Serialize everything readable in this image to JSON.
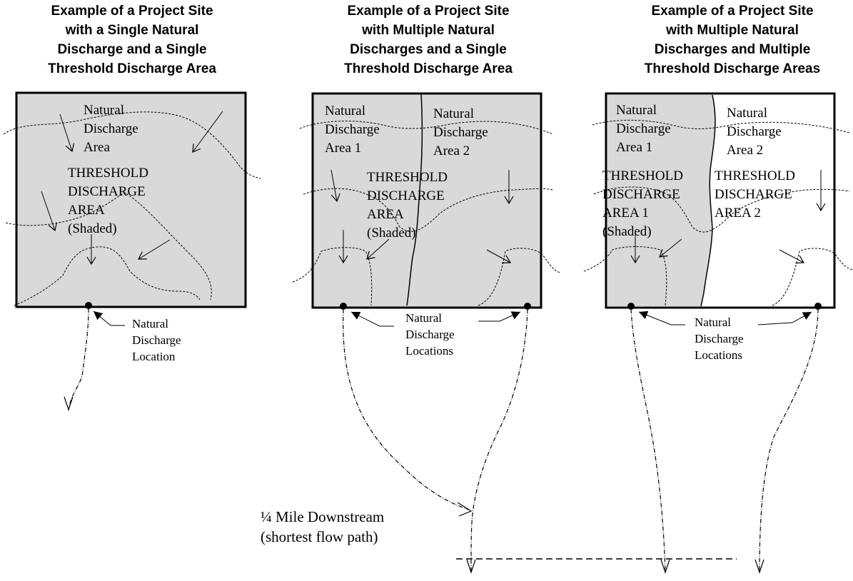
{
  "colors": {
    "shaded": "#d9d9d9",
    "line": "#000000",
    "background": "#ffffff"
  },
  "panels": [
    {
      "title": "Example of a Project Site\nwith a Single Natural\nDischarge and a Single\nThreshold Discharge Area",
      "natural_area": "Natural\nDischarge\nArea",
      "threshold_area": "THRESHOLD\nDISCHARGE\nAREA\n(Shaded)",
      "discharge_label": "Natural\nDischarge\nLocation"
    },
    {
      "title": "Example of a Project Site\nwith Multiple Natural\nDischarges and a Single\nThreshold Discharge Area",
      "natural_area_1": "Natural\nDischarge\nArea 1",
      "natural_area_2": "Natural\nDischarge\nArea 2",
      "threshold_area": "THRESHOLD\nDISCHARGE\nAREA\n(Shaded)",
      "discharge_label": "Natural\nDischarge\nLocations"
    },
    {
      "title": "Example of a Project Site\nwith Multiple Natural\nDischarges and Multiple\nThreshold Discharge Areas",
      "natural_area_1": "Natural\nDischarge\nArea 1",
      "natural_area_2": "Natural\nDischarge\nArea 2",
      "threshold_area_1": "THRESHOLD\nDISCHARGE\nAREA 1\n(Shaded)",
      "threshold_area_2": "THRESHOLD\nDISCHARGE\nAREA 2",
      "discharge_label": "Natural\nDischarge\nLocations"
    }
  ],
  "downstream_label": "¼ Mile Downstream\n(shortest flow path)"
}
